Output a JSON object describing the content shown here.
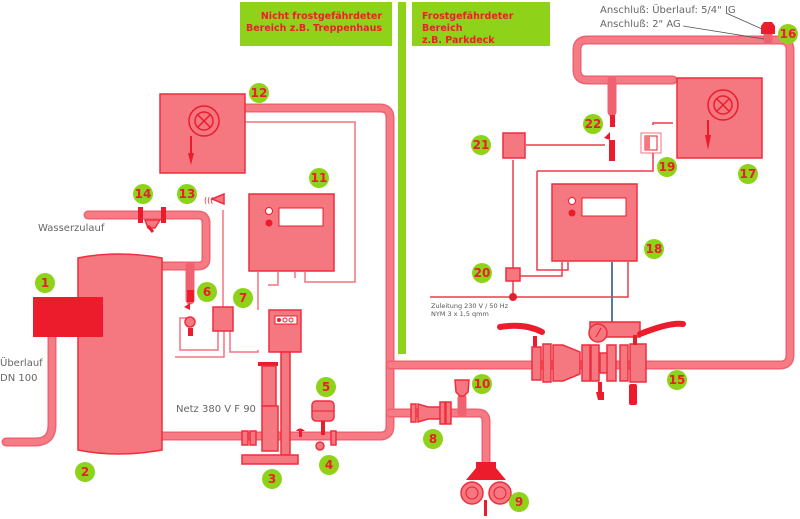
{
  "zones": {
    "not_frost": {
      "line1": "Nicht frostgefährdeter",
      "line2": "Bereich z.B. Treppenhaus"
    },
    "frost": {
      "line1": "Frostgefährdeter Bereich",
      "line2": "z.B. Parkdeck"
    }
  },
  "labels": {
    "wasserzulauf": "Wasserzulauf",
    "ueberlauf": "Überlauf",
    "dn": "DN 100",
    "netz": "Netz 380 V F 90",
    "anschluss_ueberlauf": "Anschluß: Überlauf: 5/4\" IG",
    "anschluss_ag": "Anschluß: 2\" AG",
    "zuleitung1": "Zuleitung 230 V / 50 Hz",
    "zuleitung2": "NYM 3 x 1,5 qmm"
  },
  "badges": [
    "1",
    "2",
    "3",
    "4",
    "5",
    "6",
    "7",
    "8",
    "9",
    "10",
    "11",
    "12",
    "13",
    "14",
    "15",
    "16",
    "17",
    "18",
    "19",
    "20",
    "21",
    "22"
  ],
  "colors": {
    "accent_green": "#8fd21a",
    "pipe_red": "#f0626f",
    "solid_red": "#ec1c2d",
    "label_red": "#e8202e"
  }
}
